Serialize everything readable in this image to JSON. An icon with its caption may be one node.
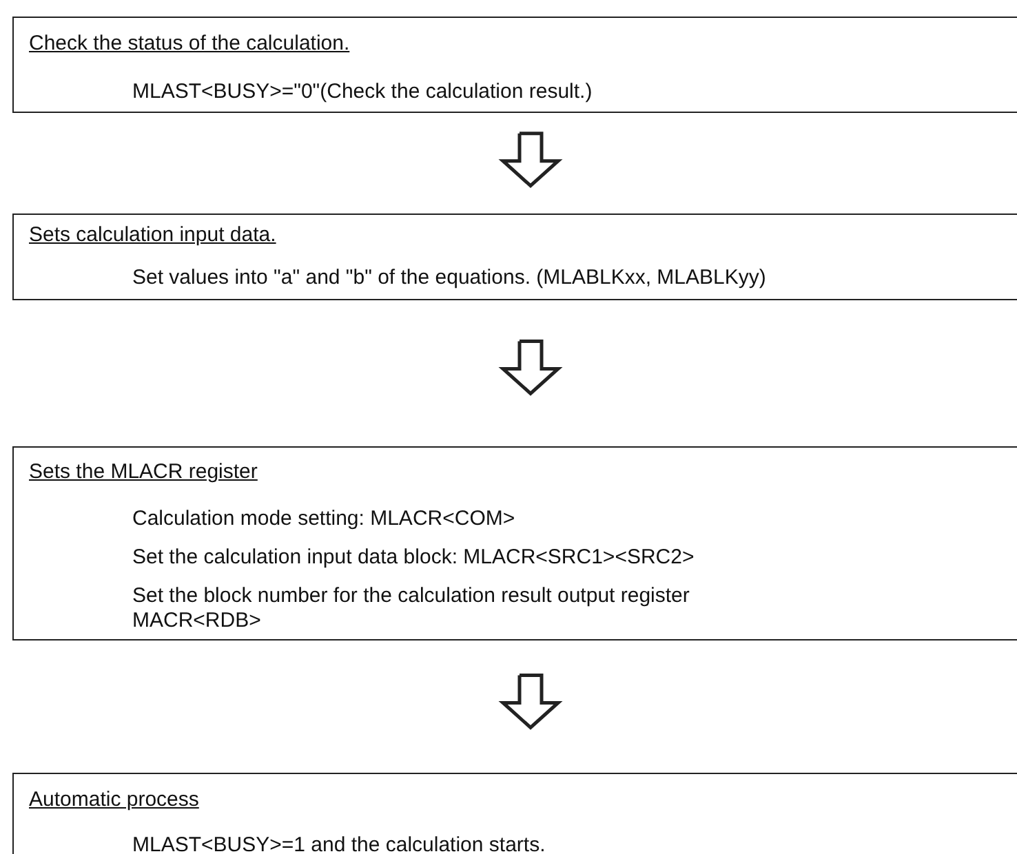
{
  "diagram": {
    "nodes": [
      {
        "text": [
          "Check the status of the calculation.",
          "MLAST<BUSY>=\"0\"(Check the calculation result.)"
        ]
      },
      {
        "text": [
          "Sets calculation input data.",
          "Set values into \"a\" and \"b\" of the equations. (MLABLKxx, MLABLKyy)"
        ]
      },
      {
        "text": [
          "Sets the MLACR register",
          "Calculation mode setting: MLACR<COM>",
          "Set the calculation input data block: MLACR<SRC1><SRC2>",
          "Set the block number for the calculation result output register MACR<RDB>"
        ]
      },
      {
        "text": [
          "Automatic process",
          "MLAST<BUSY>=1 and the calculation starts."
        ]
      }
    ],
    "edges": [
      {
        "from": 0,
        "to": 1,
        "arrow": "to"
      },
      {
        "from": 1,
        "to": 2,
        "arrow": "to"
      },
      {
        "from": 2,
        "to": 3,
        "arrow": "to"
      }
    ]
  }
}
